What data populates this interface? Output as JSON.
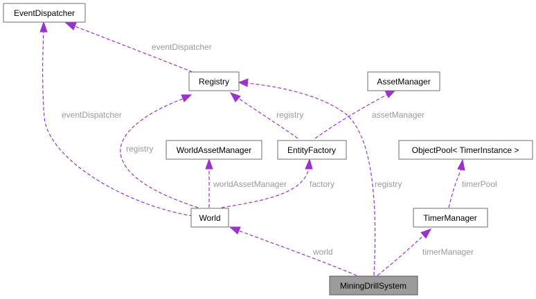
{
  "nodes": {
    "event_dispatcher": "EventDispatcher",
    "registry": "Registry",
    "asset_manager": "AssetManager",
    "world_asset_manager": "WorldAssetManager",
    "entity_factory": "EntityFactory",
    "object_pool": "ObjectPool< TimerInstance >",
    "world": "World",
    "timer_manager": "TimerManager",
    "mining_drill_system": "MiningDrillSystem"
  },
  "edges": {
    "registry_to_event_dispatcher": "eventDispatcher",
    "world_to_event_dispatcher": "eventDispatcher",
    "world_to_registry": "registry",
    "entity_factory_to_registry": "registry",
    "entity_factory_to_asset_manager": "assetManager",
    "world_to_world_asset_manager": "worldAssetManager",
    "world_to_entity_factory": "factory",
    "mining_drill_to_registry": "registry",
    "timer_manager_to_object_pool": "timerPool",
    "mining_drill_to_world": "world",
    "mining_drill_to_timer_manager": "timerManager"
  },
  "colors": {
    "edge": "#9a32cd",
    "edge_label": "#9a9a9a",
    "node_border": "#6d6d6d",
    "highlight_fill": "#9b9b9b"
  }
}
